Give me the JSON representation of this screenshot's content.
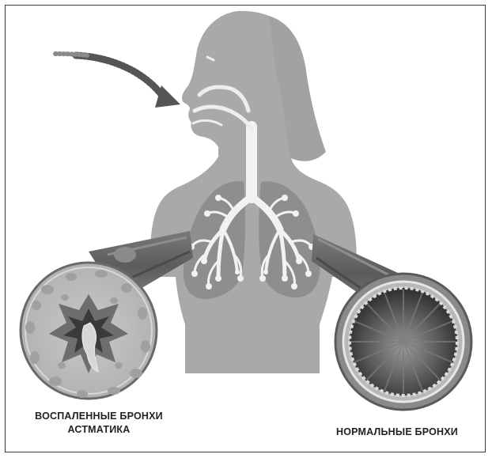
{
  "labels": {
    "inflamed_line1": "ВОСПАЛЕННЫЕ БРОНХИ",
    "inflamed_line2": "АСТМАТИКА",
    "normal": "НОРМАЛЬНЫЕ БРОНХИ"
  },
  "colors": {
    "silhouette": "#a9a9a9",
    "lung": "#8e8e8e",
    "bronchi": "#f2f2f2",
    "arrow": "#555555",
    "tube": "#6a6a6a",
    "frame": "#3a3a3a"
  },
  "icons": {
    "airflow_arrow": "airflow-arrow-icon",
    "inflamed_bronchus": "inflamed-bronchus-cross-section",
    "normal_bronchus": "normal-bronchus-cross-section"
  }
}
